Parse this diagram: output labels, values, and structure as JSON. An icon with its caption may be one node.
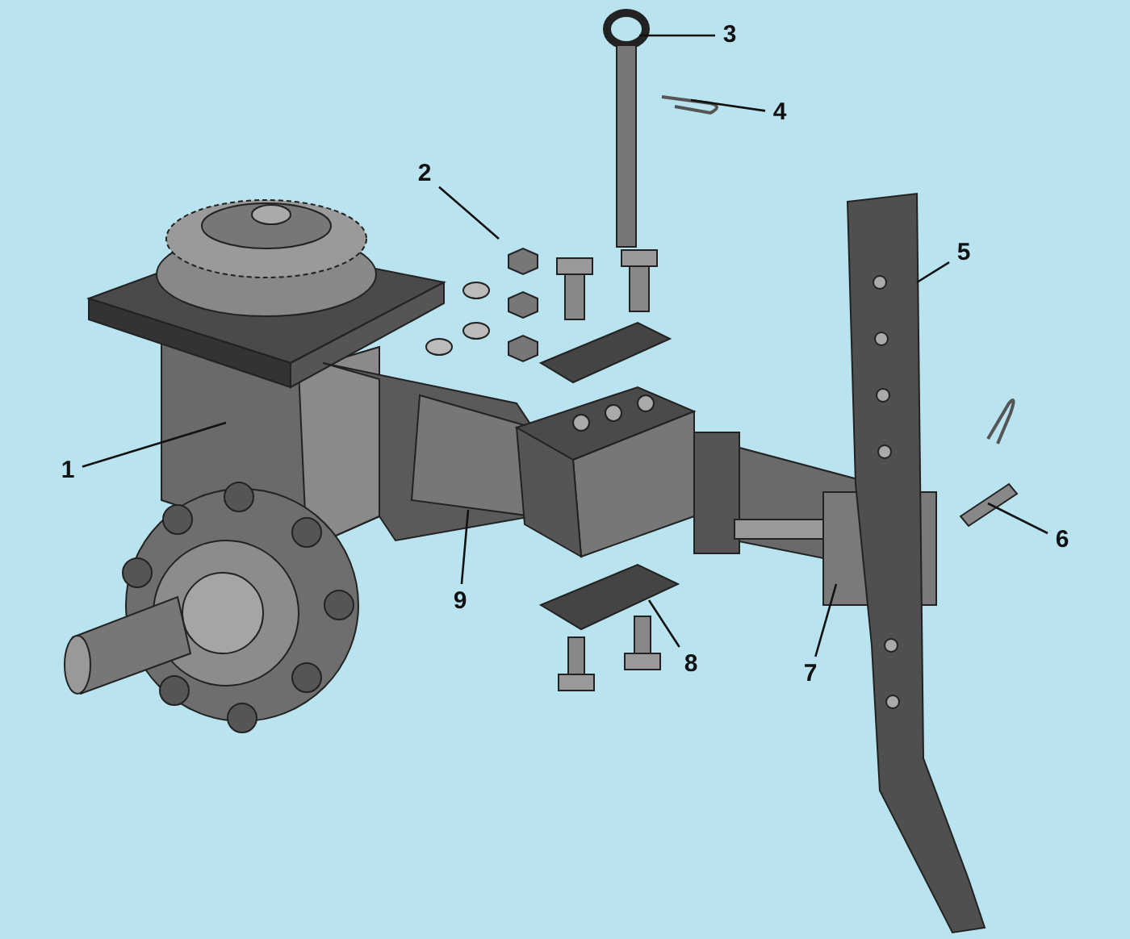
{
  "diagram": {
    "nodes": [
      {
        "text": [
          "1"
        ]
      },
      {
        "text": [
          "2"
        ]
      },
      {
        "text": [
          "3"
        ]
      },
      {
        "text": [
          "4"
        ]
      },
      {
        "text": [
          "5"
        ]
      },
      {
        "text": [
          "6"
        ]
      },
      {
        "text": [
          "7"
        ]
      },
      {
        "text": [
          "8"
        ]
      },
      {
        "text": [
          "9"
        ]
      }
    ],
    "edges": [
      {
        "from": 0,
        "to": null,
        "arrow": "none"
      },
      {
        "from": 1,
        "to": null,
        "arrow": "none"
      },
      {
        "from": 2,
        "to": null,
        "arrow": "none"
      },
      {
        "from": 3,
        "to": null,
        "arrow": "none"
      },
      {
        "from": 4,
        "to": null,
        "arrow": "none"
      },
      {
        "from": 5,
        "to": null,
        "arrow": "none"
      },
      {
        "from": 6,
        "to": null,
        "arrow": "none"
      },
      {
        "from": 7,
        "to": null,
        "arrow": "none"
      },
      {
        "from": 8,
        "to": null,
        "arrow": "none"
      }
    ]
  }
}
